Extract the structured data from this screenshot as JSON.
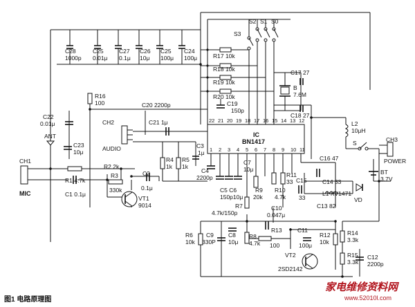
{
  "caption": "图1  电路原理图",
  "watermark": {
    "text": "家电维修资料网",
    "url": "www.52010l.com",
    "color": "#b1131c"
  },
  "ic": {
    "ref": "IC",
    "part": "BN1417",
    "top_pins": [
      "22",
      "21",
      "20",
      "19",
      "18",
      "17",
      "16",
      "15",
      "14",
      "13",
      "12"
    ],
    "bottom_pins": [
      "1",
      "2",
      "3",
      "4",
      "5",
      "6",
      "7",
      "8",
      "9",
      "10",
      "11"
    ]
  },
  "top_caps": [
    {
      "ref": "C28",
      "value": "1000p"
    },
    {
      "ref": "C25",
      "value": "0.01μ"
    },
    {
      "ref": "C27",
      "value": "0.1μ"
    },
    {
      "ref": "C26",
      "value": "10μ"
    },
    {
      "ref": "C25",
      "value": "100μ"
    },
    {
      "ref": "C24",
      "value": "100μ"
    }
  ],
  "switches": [
    "S3",
    "S2",
    "S1",
    "S0"
  ],
  "resistors": {
    "r17": "R17 10k",
    "r18": "R18 10k",
    "r19": "R19 10k",
    "r20": "R20 10k",
    "r16": {
      "ref": "R16",
      "value": "100"
    },
    "r1": "R1 4.7k",
    "r2": "R2 2k",
    "r3": {
      "ref": "R3",
      "value": "330k"
    },
    "r4": {
      "ref": "R4",
      "value": "1k"
    },
    "r5": {
      "ref": "R5",
      "value": "1k"
    },
    "r7": {
      "ref": "R7",
      "value": "4.7k/150p"
    },
    "r9": {
      "ref": "R9",
      "value": "20k"
    },
    "r10": {
      "ref": "R10",
      "value": "4.7k"
    },
    "r11": {
      "ref": "R11",
      "value": "33"
    },
    "r6": {
      "ref": "R6",
      "value": "10k"
    },
    "r8": {
      "ref": "R8",
      "value": "4.7k"
    },
    "r13": {
      "ref": "R13",
      "value": "100"
    },
    "r12": {
      "ref": "R12",
      "value": "10k"
    },
    "r14": {
      "ref": "R14",
      "value": "3.3k"
    },
    "r15": {
      "ref": "R15",
      "value": "3.3k"
    }
  },
  "caps": {
    "c17": "C17 27",
    "c18": "C18 27",
    "c19": {
      "ref": "C19",
      "value": "150p"
    },
    "c20": "C20 2200p",
    "c21": "C21 1μ",
    "c22": {
      "ref": "C22",
      "value": "0.01μ"
    },
    "c23": {
      "ref": "C23",
      "value": "10μ"
    },
    "c1": "C1 0.1μ",
    "c2": {
      "ref": "C2",
      "value": "0.1μ"
    },
    "c3": {
      "ref": "C3",
      "value": "1μ"
    },
    "c4": {
      "ref": "C4",
      "value": "2200p"
    },
    "c7": {
      "ref": "C7",
      "value": "10μ"
    },
    "c5c6": {
      "ref": "C5  C6",
      "value": "150p10μ"
    },
    "c16": "C16 47",
    "c14": "C14 33",
    "c15": {
      "ref": "C15",
      "value": "33"
    },
    "c13": "C13 82",
    "c10": {
      "ref": "C10",
      "value": "0.047μ"
    },
    "c11": {
      "ref": "C11",
      "value": "100μ"
    },
    "c9": {
      "ref": "C9",
      "value": "330P"
    },
    "c8": {
      "ref": "C8",
      "value": "10μ"
    },
    "c12": {
      "ref": "C12",
      "value": "2200p"
    }
  },
  "crystal": {
    "ref": "B",
    "value": "7.6M"
  },
  "inductors": {
    "l2": {
      "ref": "L2",
      "value": "10μH"
    },
    "l1": "L1 KV1471",
    "vd": "VD"
  },
  "transistors": {
    "vt1": {
      "ref": "VT1",
      "part": "9014"
    },
    "vt2": {
      "ref": "VT2",
      "part": "2SD2142"
    }
  },
  "connectors": {
    "ch1": "CH1",
    "mic": "MIC",
    "ant": "ANT",
    "ch2": "CH2",
    "audio": "AUDIO",
    "ch3": "CH3",
    "power": "POWER",
    "s": "S"
  },
  "battery": {
    "ref": "BT",
    "value": "3.7V"
  }
}
